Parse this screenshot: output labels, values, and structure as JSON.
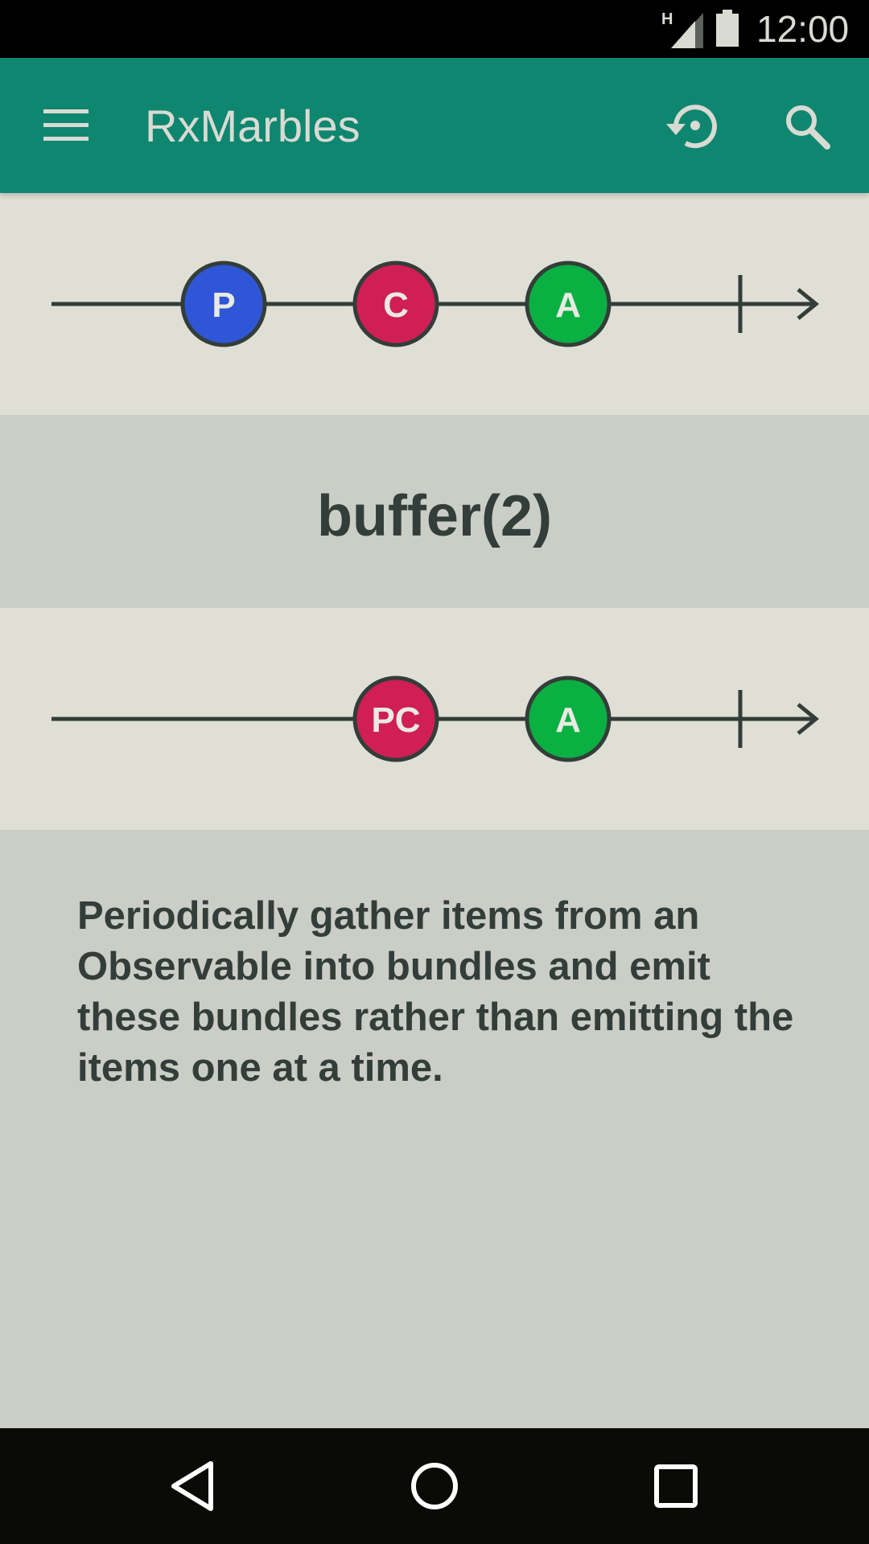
{
  "status_bar": {
    "time": "12:00",
    "network_label": "H",
    "icons": [
      "signal-icon",
      "battery-icon"
    ]
  },
  "app_bar": {
    "title": "RxMarbles",
    "icons": [
      "menu-icon",
      "history-icon",
      "search-icon"
    ]
  },
  "input_stream": {
    "marbles": [
      {
        "label": "P",
        "color": "#2f56d6"
      },
      {
        "label": "C",
        "color": "#cf1f55"
      },
      {
        "label": "A",
        "color": "#0bb043"
      }
    ]
  },
  "operator": {
    "label": "buffer(2)"
  },
  "output_stream": {
    "marbles": [
      {
        "label": "PC",
        "color": "#cf1f55"
      },
      {
        "label": "A",
        "color": "#0bb043"
      }
    ]
  },
  "description": {
    "text": "Periodically gather items from an Observable into bundles and emit these bundles rather than emitting the items one at a time."
  },
  "nav_bar": {
    "icons": [
      "back-icon",
      "home-icon",
      "recents-icon"
    ]
  },
  "colors": {
    "status_bar": "#000000",
    "app_bar": "#0f8670",
    "app_bar_text": "#d9dbd3",
    "stream_background": "#dfdfd6",
    "page_background": "#cbcdc7",
    "line_and_text": "#333d39",
    "nav_bar": "#0a0a07"
  }
}
